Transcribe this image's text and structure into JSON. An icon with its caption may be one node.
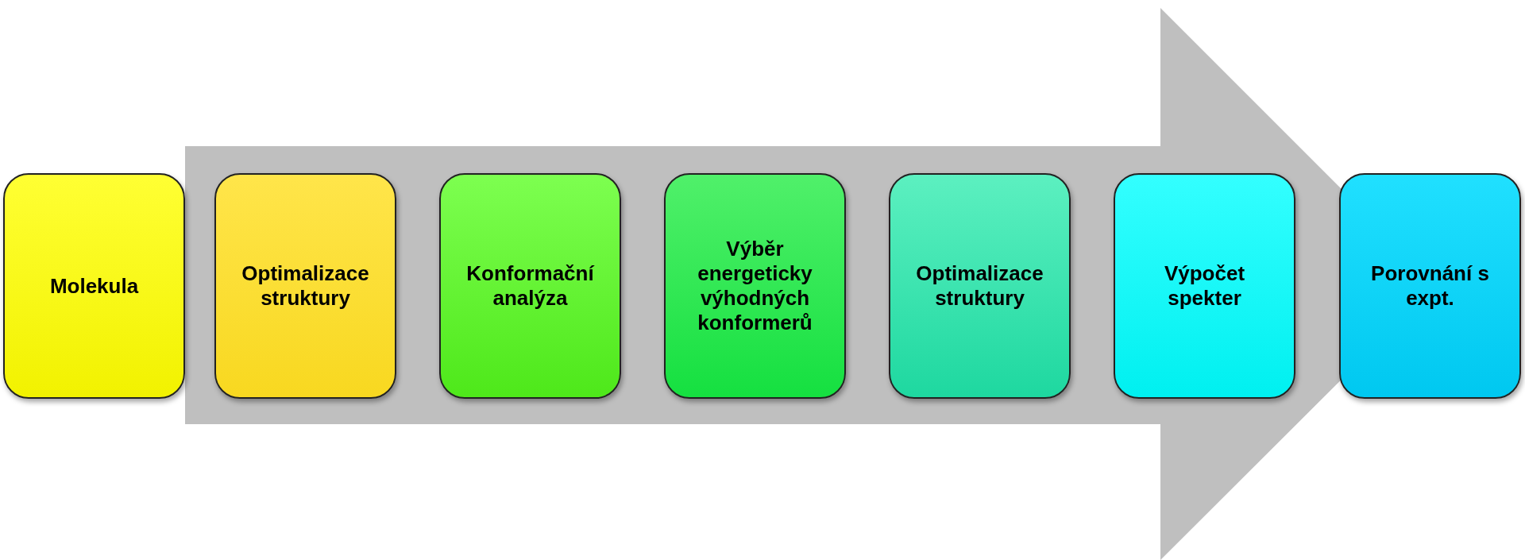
{
  "diagram": {
    "nodes": [
      {
        "text": [
          "Molekula"
        ]
      },
      {
        "text": [
          "Optimalizace struktury"
        ]
      },
      {
        "text": [
          "Konformační analýza"
        ]
      },
      {
        "text": [
          "Výběr energeticky výhodných konformerů"
        ]
      },
      {
        "text": [
          "Optimalizace struktury"
        ]
      },
      {
        "text": [
          "Výpočet spekter"
        ]
      },
      {
        "text": [
          "Porovnání s expt."
        ]
      }
    ],
    "edges": [
      {
        "from": 0,
        "to": 6,
        "arrow": "to"
      }
    ]
  }
}
